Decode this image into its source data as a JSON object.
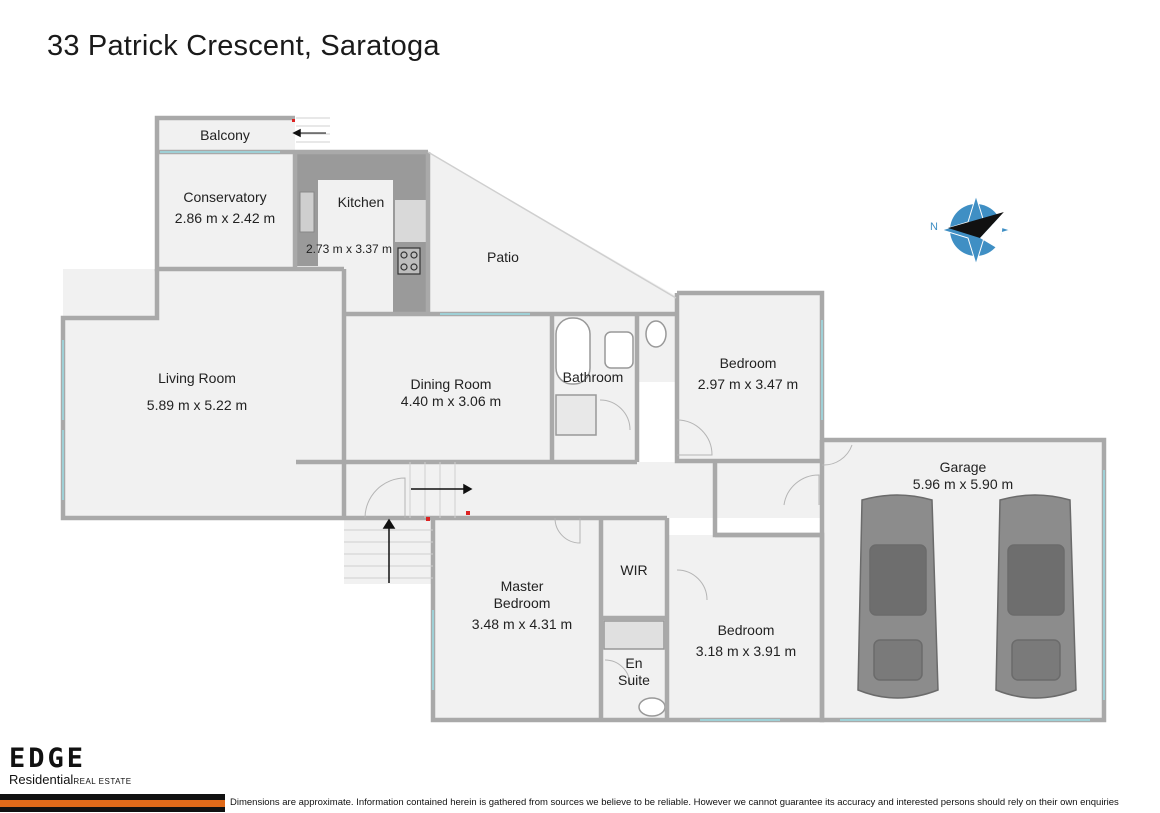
{
  "title": "33 Patrick Crescent, Saratoga",
  "rooms": {
    "balcony": {
      "name": "Balcony"
    },
    "conservatory": {
      "name": "Conservatory",
      "dims": "2.86 m x 2.42 m"
    },
    "kitchen": {
      "name": "Kitchen",
      "dims": "2.73 m x 3.37 m"
    },
    "patio": {
      "name": "Patio"
    },
    "living": {
      "name": "Living Room",
      "dims": "5.89 m x 5.22 m"
    },
    "dining": {
      "name": "Dining Room",
      "dims": "4.40 m x 3.06 m"
    },
    "bathroom": {
      "name": "Bathroom"
    },
    "bedroom1": {
      "name": "Bedroom",
      "dims": "2.97 m x 3.47 m"
    },
    "garage": {
      "name": "Garage",
      "dims": "5.96 m x 5.90 m"
    },
    "wir": {
      "name": "WIR"
    },
    "master": {
      "name_line1": "Master",
      "name_line2": "Bedroom",
      "dims": "3.48 m x 4.31 m"
    },
    "ensuite": {
      "name_line1": "En",
      "name_line2": "Suite"
    },
    "bedroom2": {
      "name": "Bedroom",
      "dims": "3.18 m x 3.91 m"
    }
  },
  "compass": {
    "label": "N",
    "color": "#3f8fc4"
  },
  "logo": {
    "mark": "EDGE",
    "line": "Residential",
    "tag": "REAL ESTATE"
  },
  "footer": {
    "disclaimer": "Dimensions are approximate. Information contained herein is gathered from sources we believe to be reliable. However we cannot guarantee its accuracy and interested persons should rely on their own enquiries"
  },
  "colors": {
    "wall": "#a9a9a9",
    "floor": "#f1f1f1",
    "accent": "#e06a1a",
    "door_marker": "#d22"
  }
}
